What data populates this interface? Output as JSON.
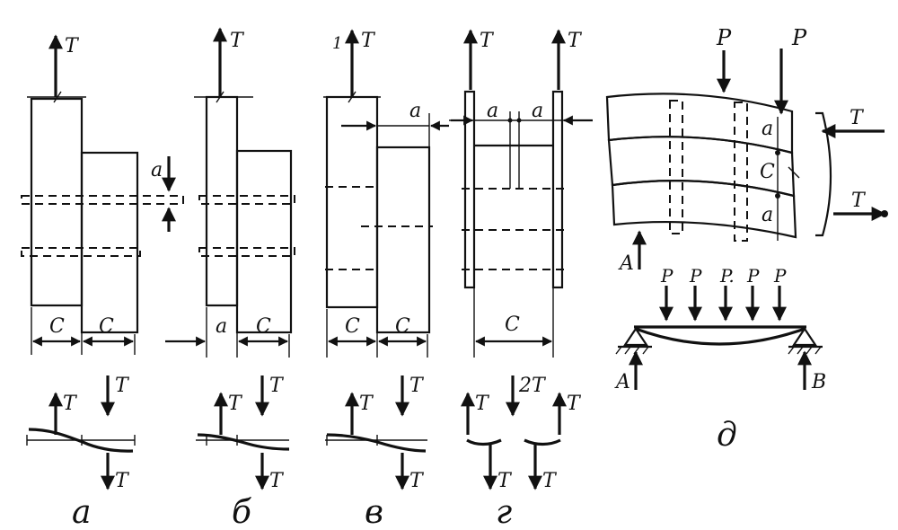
{
  "labels": {
    "force": "T",
    "force_double": "2T",
    "load": "P",
    "load_dot": "P.",
    "gap_a": "a",
    "gap_c": "C",
    "support_a": "A",
    "support_b": "B",
    "marker_one": "1"
  },
  "captions": {
    "a": "а",
    "b": "б",
    "v": "в",
    "g": "г",
    "d": "д"
  }
}
